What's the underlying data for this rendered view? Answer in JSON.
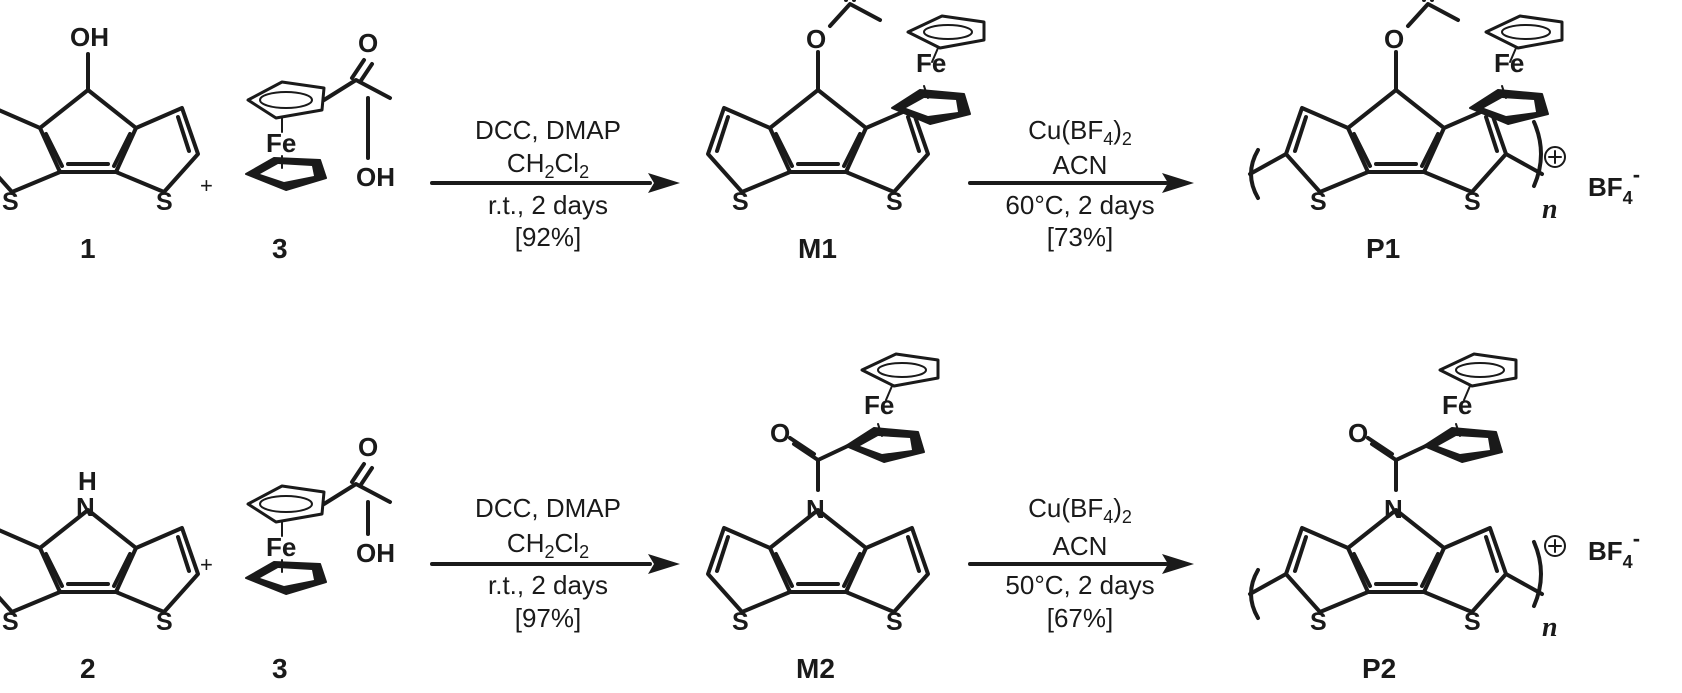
{
  "atoms": {
    "OH": "OH",
    "O": "O",
    "H": "H",
    "N": "N",
    "S": "S",
    "Fe": "Fe",
    "n": "n",
    "plus_sign": "+"
  },
  "counterion": {
    "main": "BF",
    "sub": "4",
    "charge": "-"
  },
  "row1": {
    "reactant_a": "1",
    "reactant_b": "3",
    "step1": {
      "line1": "DCC, DMAP",
      "line2_main": "CH",
      "line2_sub1": "2",
      "line2_mid": "Cl",
      "line2_sub2": "2",
      "line3": "r.t., 2 days",
      "line4": "[92%]"
    },
    "monomer": "M1",
    "step2": {
      "line1_main": "Cu(BF",
      "line1_sub": "4",
      "line1_end": ")",
      "line1_sub2": "2",
      "line2": "ACN",
      "line3": "60°C, 2 days",
      "line4": "[73%]"
    },
    "polymer": "P1"
  },
  "row2": {
    "reactant_a": "2",
    "reactant_b": "3",
    "step1": {
      "line1": "DCC, DMAP",
      "line2_main": "CH",
      "line2_sub1": "2",
      "line2_mid": "Cl",
      "line2_sub2": "2",
      "line3": "r.t., 2 days",
      "line4": "[97%]"
    },
    "monomer": "M2",
    "step2": {
      "line1_main": "Cu(BF",
      "line1_sub": "4",
      "line1_end": ")",
      "line1_sub2": "2",
      "line2": "ACN",
      "line3": "50°C, 2 days",
      "line4": "[67%]"
    },
    "polymer": "P2"
  }
}
